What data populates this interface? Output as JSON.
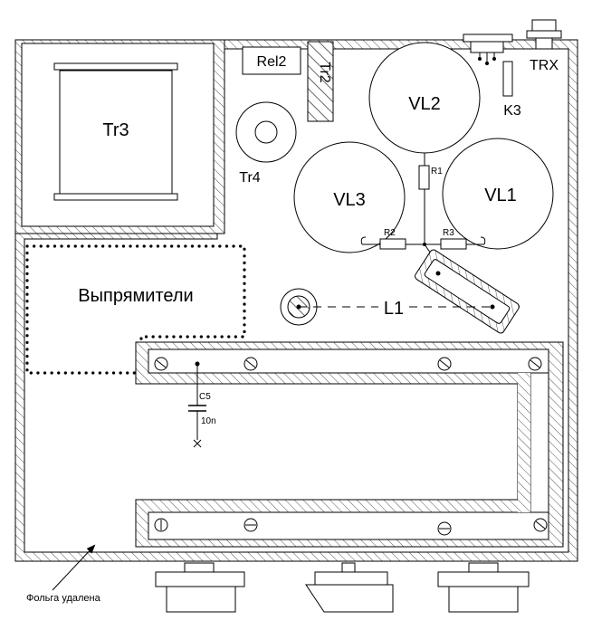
{
  "labels": {
    "tr3": "Tr3",
    "tr4": "Tr4",
    "rel2": "Rel2",
    "tr2": "Tr2",
    "vl1": "VL1",
    "vl2": "VL2",
    "vl3": "VL3",
    "r1": "R1",
    "r2": "R2",
    "r3": "R3",
    "k3": "K3",
    "trx": "TRX",
    "l1": "L1",
    "rectifiers": "Выпрямители",
    "c5": "C5",
    "c5_value": "10n",
    "foil_removed": "Фольга удалена"
  }
}
